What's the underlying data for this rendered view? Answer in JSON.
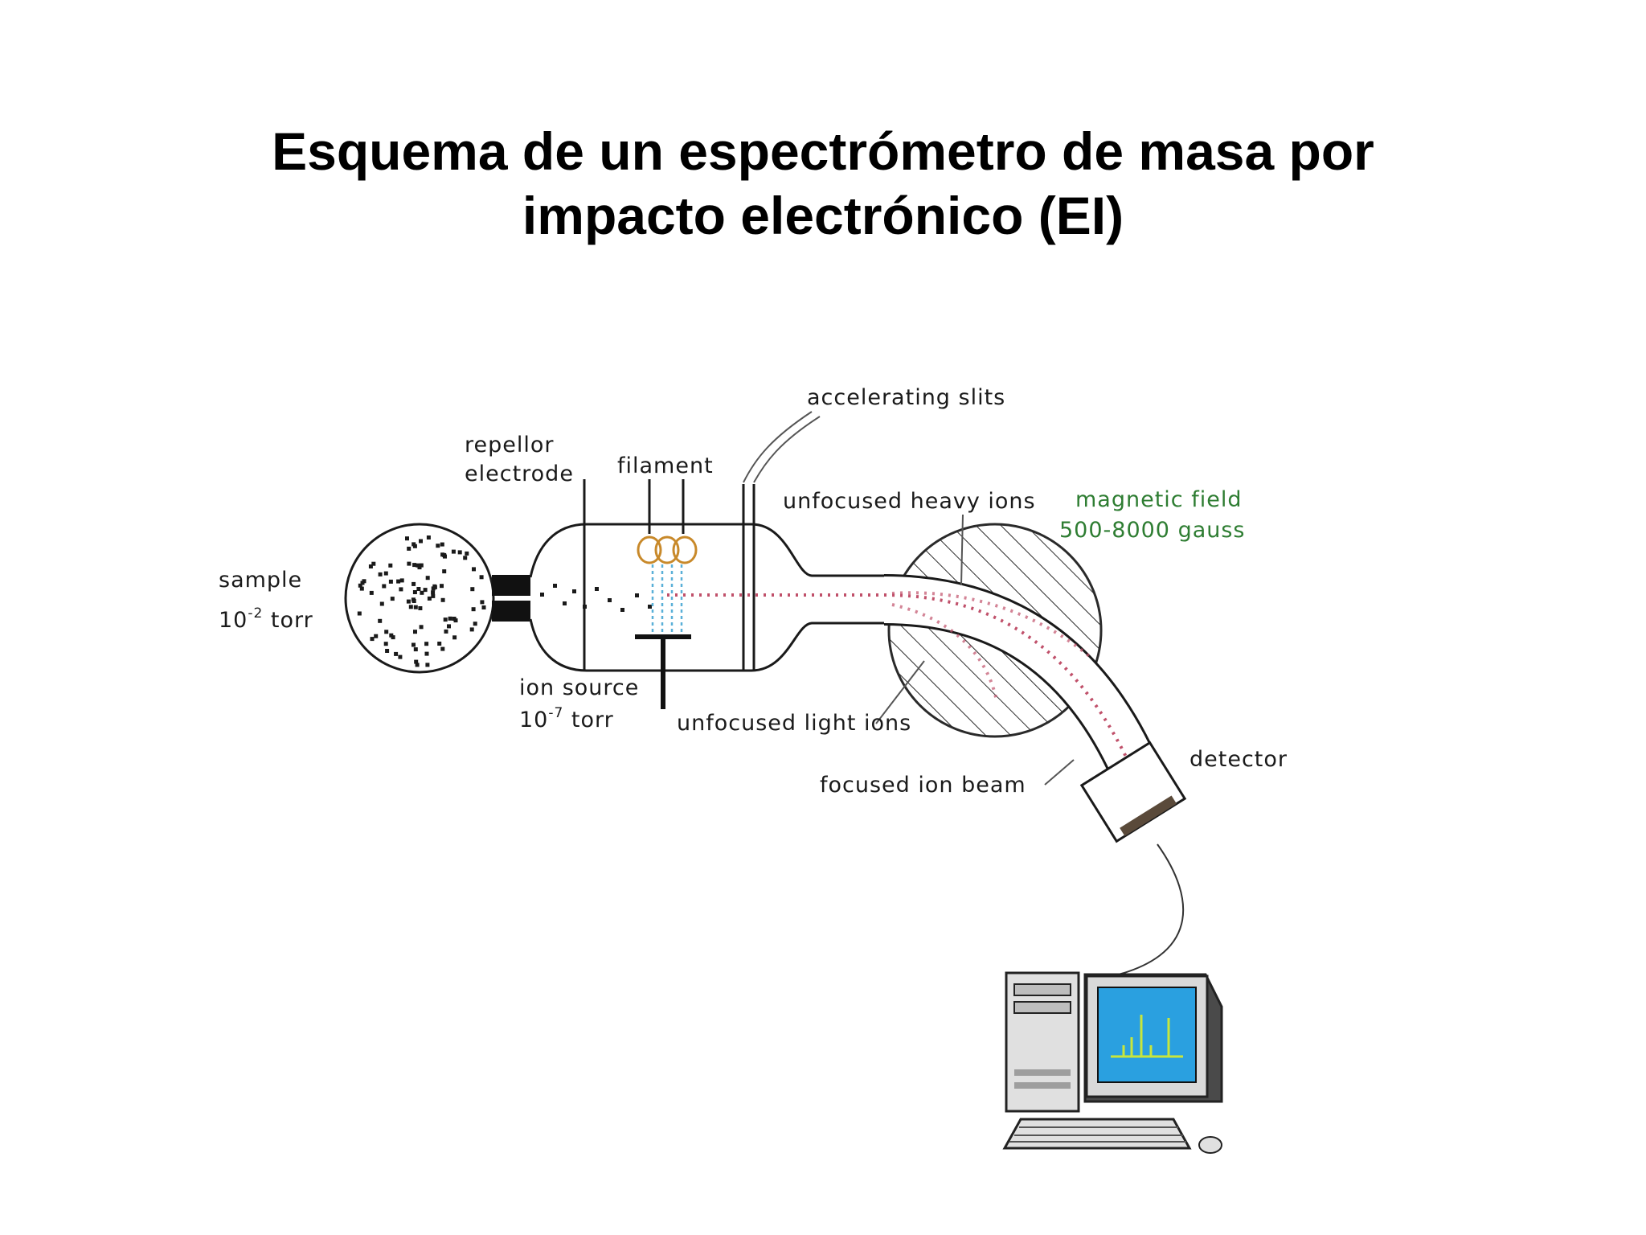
{
  "title": {
    "line1": "Esquema de un espectrómetro de masa por",
    "line2": "impacto electrónico (EI)"
  },
  "labels": {
    "sample": "sample",
    "sample_pressure_base": "10",
    "sample_pressure_exp": "-2",
    "sample_pressure_unit": " torr",
    "repellor_line1": "repellor",
    "repellor_line2": "electrode",
    "filament": "filament",
    "accelerating_slits": "accelerating slits",
    "unfocused_heavy_ions": "unfocused heavy ions",
    "magnetic_field_line1": "magnetic field",
    "magnetic_field_line2": "500-8000 gauss",
    "ion_source": "ion source",
    "ion_source_pressure_base": "10",
    "ion_source_pressure_exp": "-7",
    "ion_source_pressure_unit": " torr",
    "unfocused_light_ions": "unfocused light ions",
    "focused_ion_beam": "focused ion beam",
    "detector": "detector"
  },
  "colors": {
    "outline": "#1a1a1a",
    "magnetic_field_text": "#2e7d32",
    "filament_coil": "#c8892a",
    "electron_beam": "#5ab0d8",
    "ion_beam": "#c0506a",
    "monitor_screen": "#2aa0e0",
    "spectrum_peaks": "#c8e63c"
  },
  "icons": {
    "computer": "computer-workstation-icon"
  }
}
